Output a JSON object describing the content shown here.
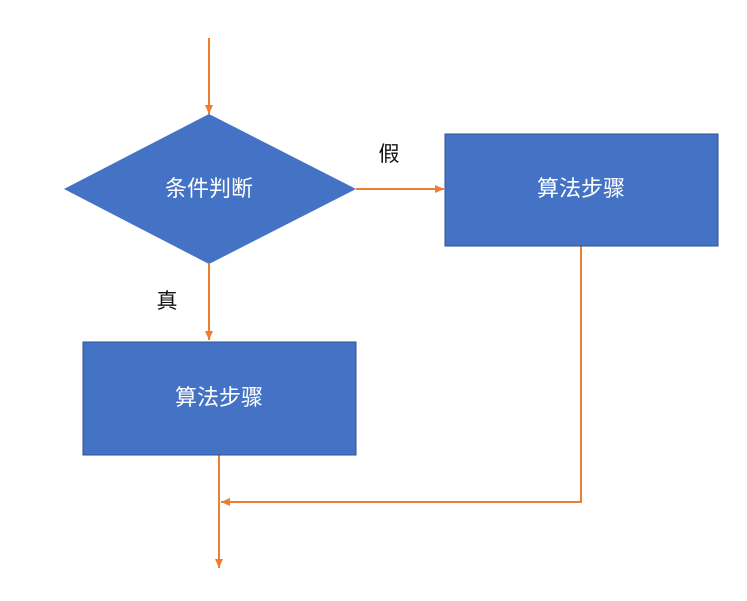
{
  "diagram": {
    "decision_label": "条件判断",
    "true_process_label": "算法步骤",
    "false_process_label": "算法步骤",
    "true_branch_label": "真",
    "false_branch_label": "假"
  },
  "colors": {
    "shape_fill": "#4472C4",
    "shape_border": "#2F528F",
    "connector": "#ED7D31",
    "shape_text": "#FFFFFF",
    "edge_text": "#111111"
  }
}
